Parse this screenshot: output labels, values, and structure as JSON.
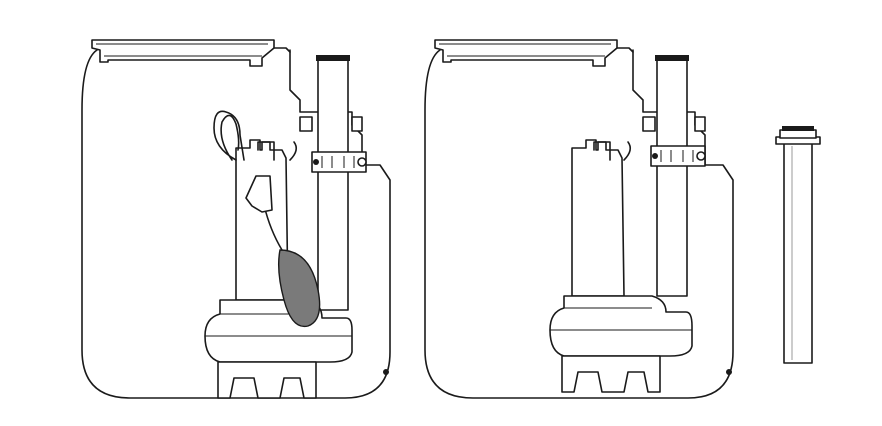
{
  "figure": {
    "background": "#ffffff",
    "line_color": "#1a1a1a",
    "float_color": "#7a7a7a",
    "panels": [
      {
        "name": "sump-with-float-pump",
        "contents": [
          "sump-tank",
          "submersible-pump",
          "float-switch",
          "discharge-pipe"
        ]
      },
      {
        "name": "sump-with-pump",
        "contents": [
          "sump-tank",
          "submersible-pump",
          "discharge-pipe"
        ]
      },
      {
        "name": "extension-pipe",
        "contents": [
          "pipe-section"
        ]
      }
    ]
  }
}
